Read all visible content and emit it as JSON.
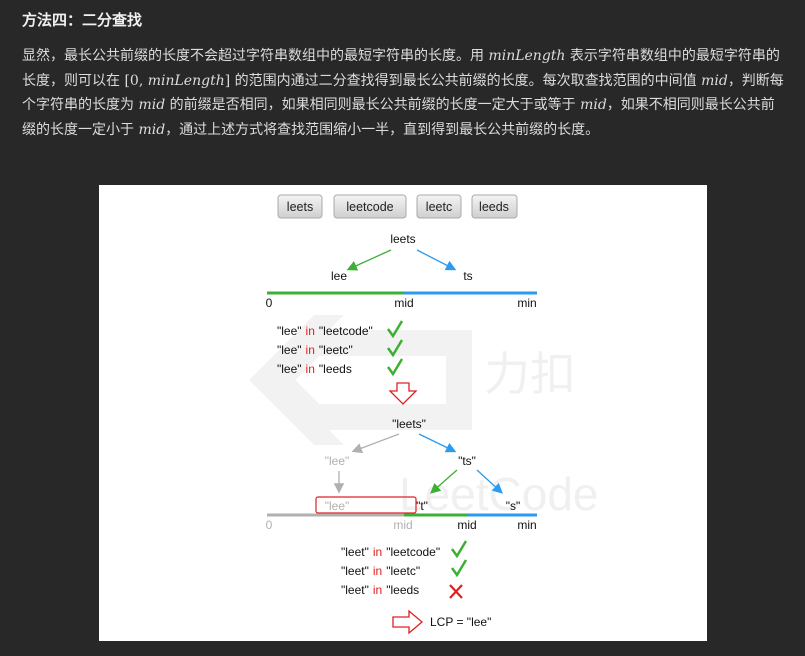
{
  "article": {
    "heading": "方法四：二分查找",
    "paragraph": {
      "p1": "显然，最长公共前缀的长度不会超过字符串数组中的最短字符串的长度。用 ",
      "m1": "minLength",
      "p2": " 表示字符串数组中的最短字符串的长度，则可以在 ",
      "r1": "[0, ",
      "m2": "minLength",
      "r2": "]",
      "p3": " 的范围内通过二分查找得到最长公共前缀的长度。每次取查找范围的中间值 ",
      "m3": "mid",
      "p4": "，判断每个字符串的长度为 ",
      "m4": "mid",
      "p5": " 的前缀是否相同，如果相同则最长公共前缀的长度一定大于或等于 ",
      "m5": "mid",
      "p6": "，如果不相同则最长公共前缀的长度一定小于 ",
      "m6": "mid",
      "p7": "，通过上述方式将查找范围缩小一半，直到得到最长公共前缀的长度。"
    }
  },
  "figure": {
    "words": [
      "leets",
      "leetcode",
      "leetc",
      "leeds"
    ],
    "watermark": "LeetCode",
    "watermark_cn": "力扣",
    "step1": {
      "root": "leets",
      "left": "lee",
      "right": "ts",
      "axis": {
        "start": "0",
        "mid": "mid",
        "end": "min"
      },
      "checks": [
        {
          "a": "\"lee\"",
          "in": "in",
          "b": "\"leetcode\"",
          "ok": true
        },
        {
          "a": "\"lee\"",
          "in": "in",
          "b": "\"leetc\"",
          "ok": true
        },
        {
          "a": "\"lee\"",
          "in": "in",
          "b": "\"leeds",
          "ok": true
        }
      ]
    },
    "step2": {
      "root": "\"leets\"",
      "left": "\"lee\"",
      "right": "\"ts\"",
      "box_left": "\"lee\"",
      "box_right": "\"t\"",
      "leaf": "\"s\"",
      "axis": {
        "start": "0",
        "mid_old": "mid",
        "mid": "mid",
        "end": "min"
      },
      "checks": [
        {
          "a": "\"leet\"",
          "in": "in",
          "b": "\"leetcode\"",
          "ok": true
        },
        {
          "a": "\"leet\"",
          "in": "in",
          "b": "\"leetc\"",
          "ok": true
        },
        {
          "a": "\"leet\"",
          "in": "in",
          "b": "\"leeds",
          "ok": false
        }
      ]
    },
    "result": "LCP = \"lee\"",
    "colors": {
      "green": "#3cb034",
      "blue": "#2a9bf0",
      "red": "#e02020",
      "gray": "#b0b0b0"
    }
  }
}
